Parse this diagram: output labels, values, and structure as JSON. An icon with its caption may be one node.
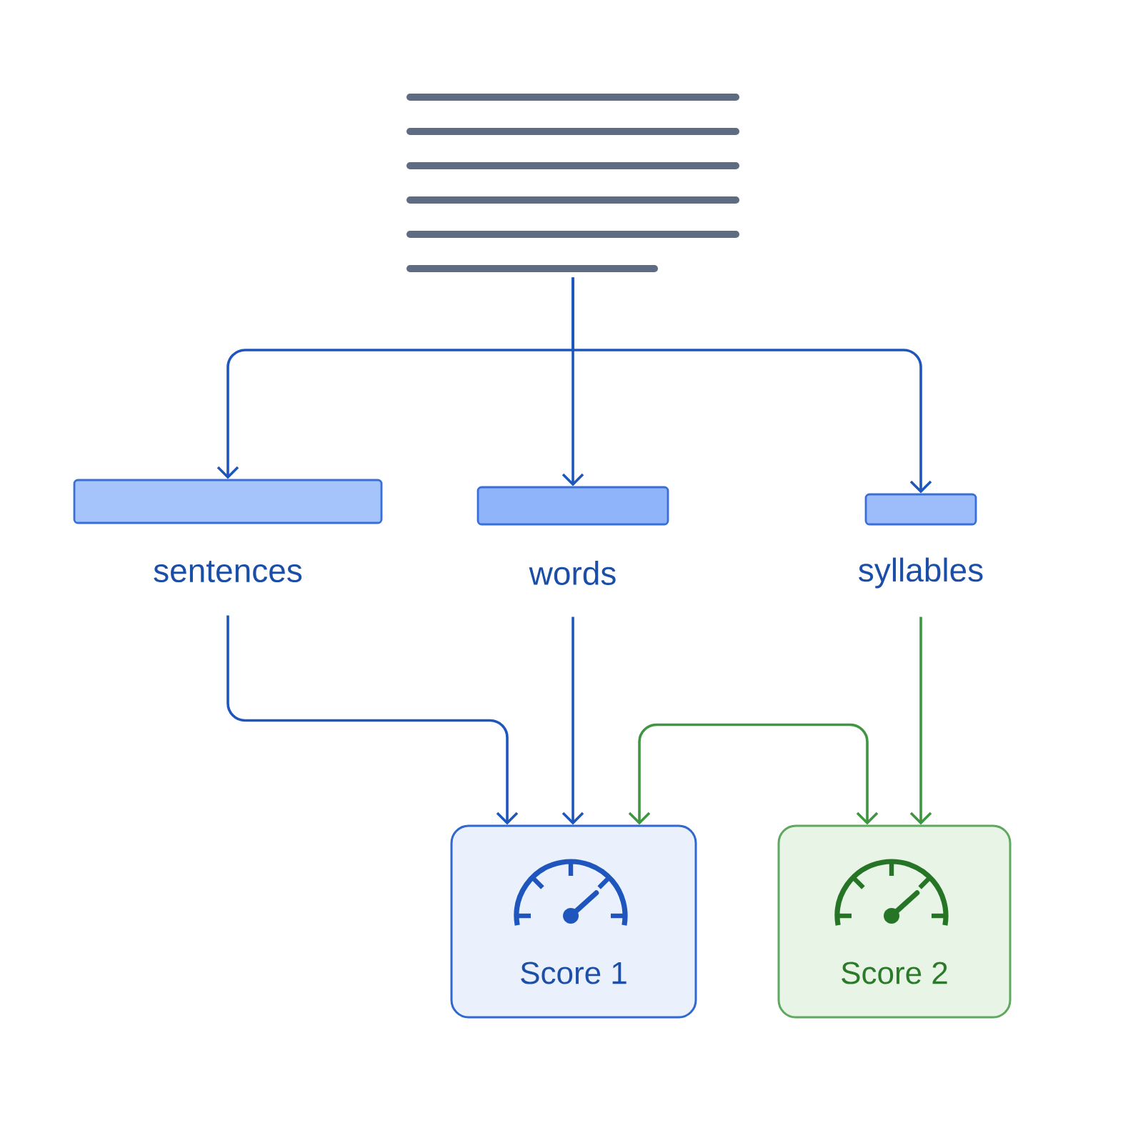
{
  "diagram": {
    "nodes": [
      {
        "text": [],
        "shape": "picture"
      },
      {
        "text": [
          "sentences"
        ]
      },
      {
        "text": [
          "words"
        ]
      },
      {
        "text": [
          "syllables"
        ]
      },
      {
        "text": [
          "Score 1"
        ]
      },
      {
        "text": [
          "Score 2"
        ]
      }
    ],
    "edges": [
      {
        "from": 0,
        "to": 1,
        "arrow": "to"
      },
      {
        "from": 0,
        "to": 2,
        "arrow": "to"
      },
      {
        "from": 0,
        "to": 3,
        "arrow": "to"
      },
      {
        "from": 1,
        "to": 4,
        "arrow": "to"
      },
      {
        "from": 2,
        "to": 4,
        "arrow": "to"
      },
      {
        "from": 4,
        "to": 5,
        "arrow": "both",
        "color": "#3e9640"
      },
      {
        "from": 3,
        "to": 5,
        "arrow": "to",
        "color": "#3e9640"
      }
    ]
  }
}
